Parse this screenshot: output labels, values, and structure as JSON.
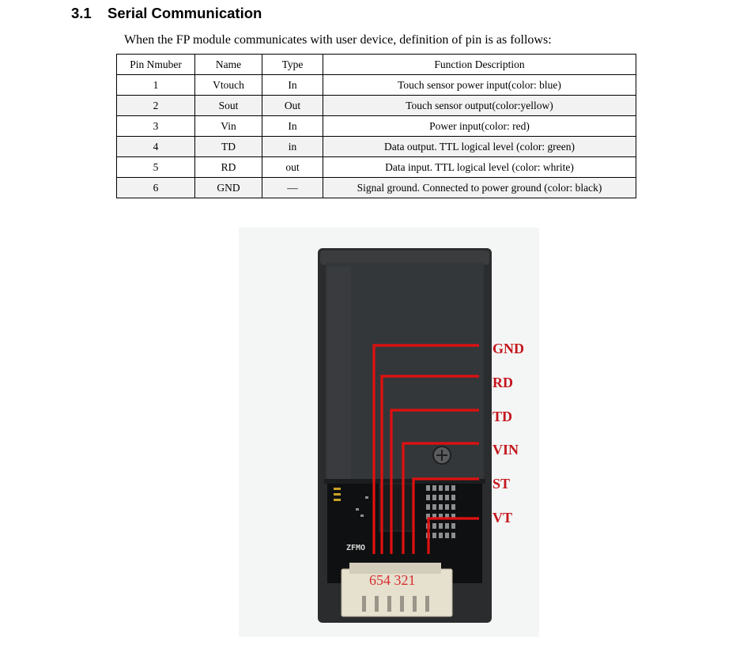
{
  "section": {
    "number": "3.1",
    "title": "Serial Communication"
  },
  "intro": "When the FP module communicates with user device, definition of pin is as follows:",
  "table": {
    "headers": [
      "Pin Nmuber",
      "Name",
      "Type",
      "Function Description"
    ],
    "rows": [
      [
        "1",
        "Vtouch",
        "In",
        "Touch sensor power input(color: blue)"
      ],
      [
        "2",
        "Sout",
        "Out",
        "Touch sensor output(color:yellow)"
      ],
      [
        "3",
        "Vin",
        "In",
        "Power input(color: red)"
      ],
      [
        "4",
        "TD",
        "in",
        "Data output. TTL logical level (color: green)"
      ],
      [
        "5",
        "RD",
        "out",
        "Data input. TTL logical level (color: whrite)"
      ],
      [
        "6",
        "GND",
        "—",
        "Signal ground. Connected to power ground (color: black)"
      ]
    ]
  },
  "photo": {
    "labels": [
      "GND",
      "RD",
      "TD",
      "VIN",
      "ST",
      "VT"
    ],
    "board_text": "ZFMO",
    "pin_numbers": "654 321",
    "colors": {
      "wire": "#e01010",
      "label": "#c4161c",
      "module": "#262829",
      "board": "#101112",
      "connector": "#e6e0cf"
    }
  }
}
